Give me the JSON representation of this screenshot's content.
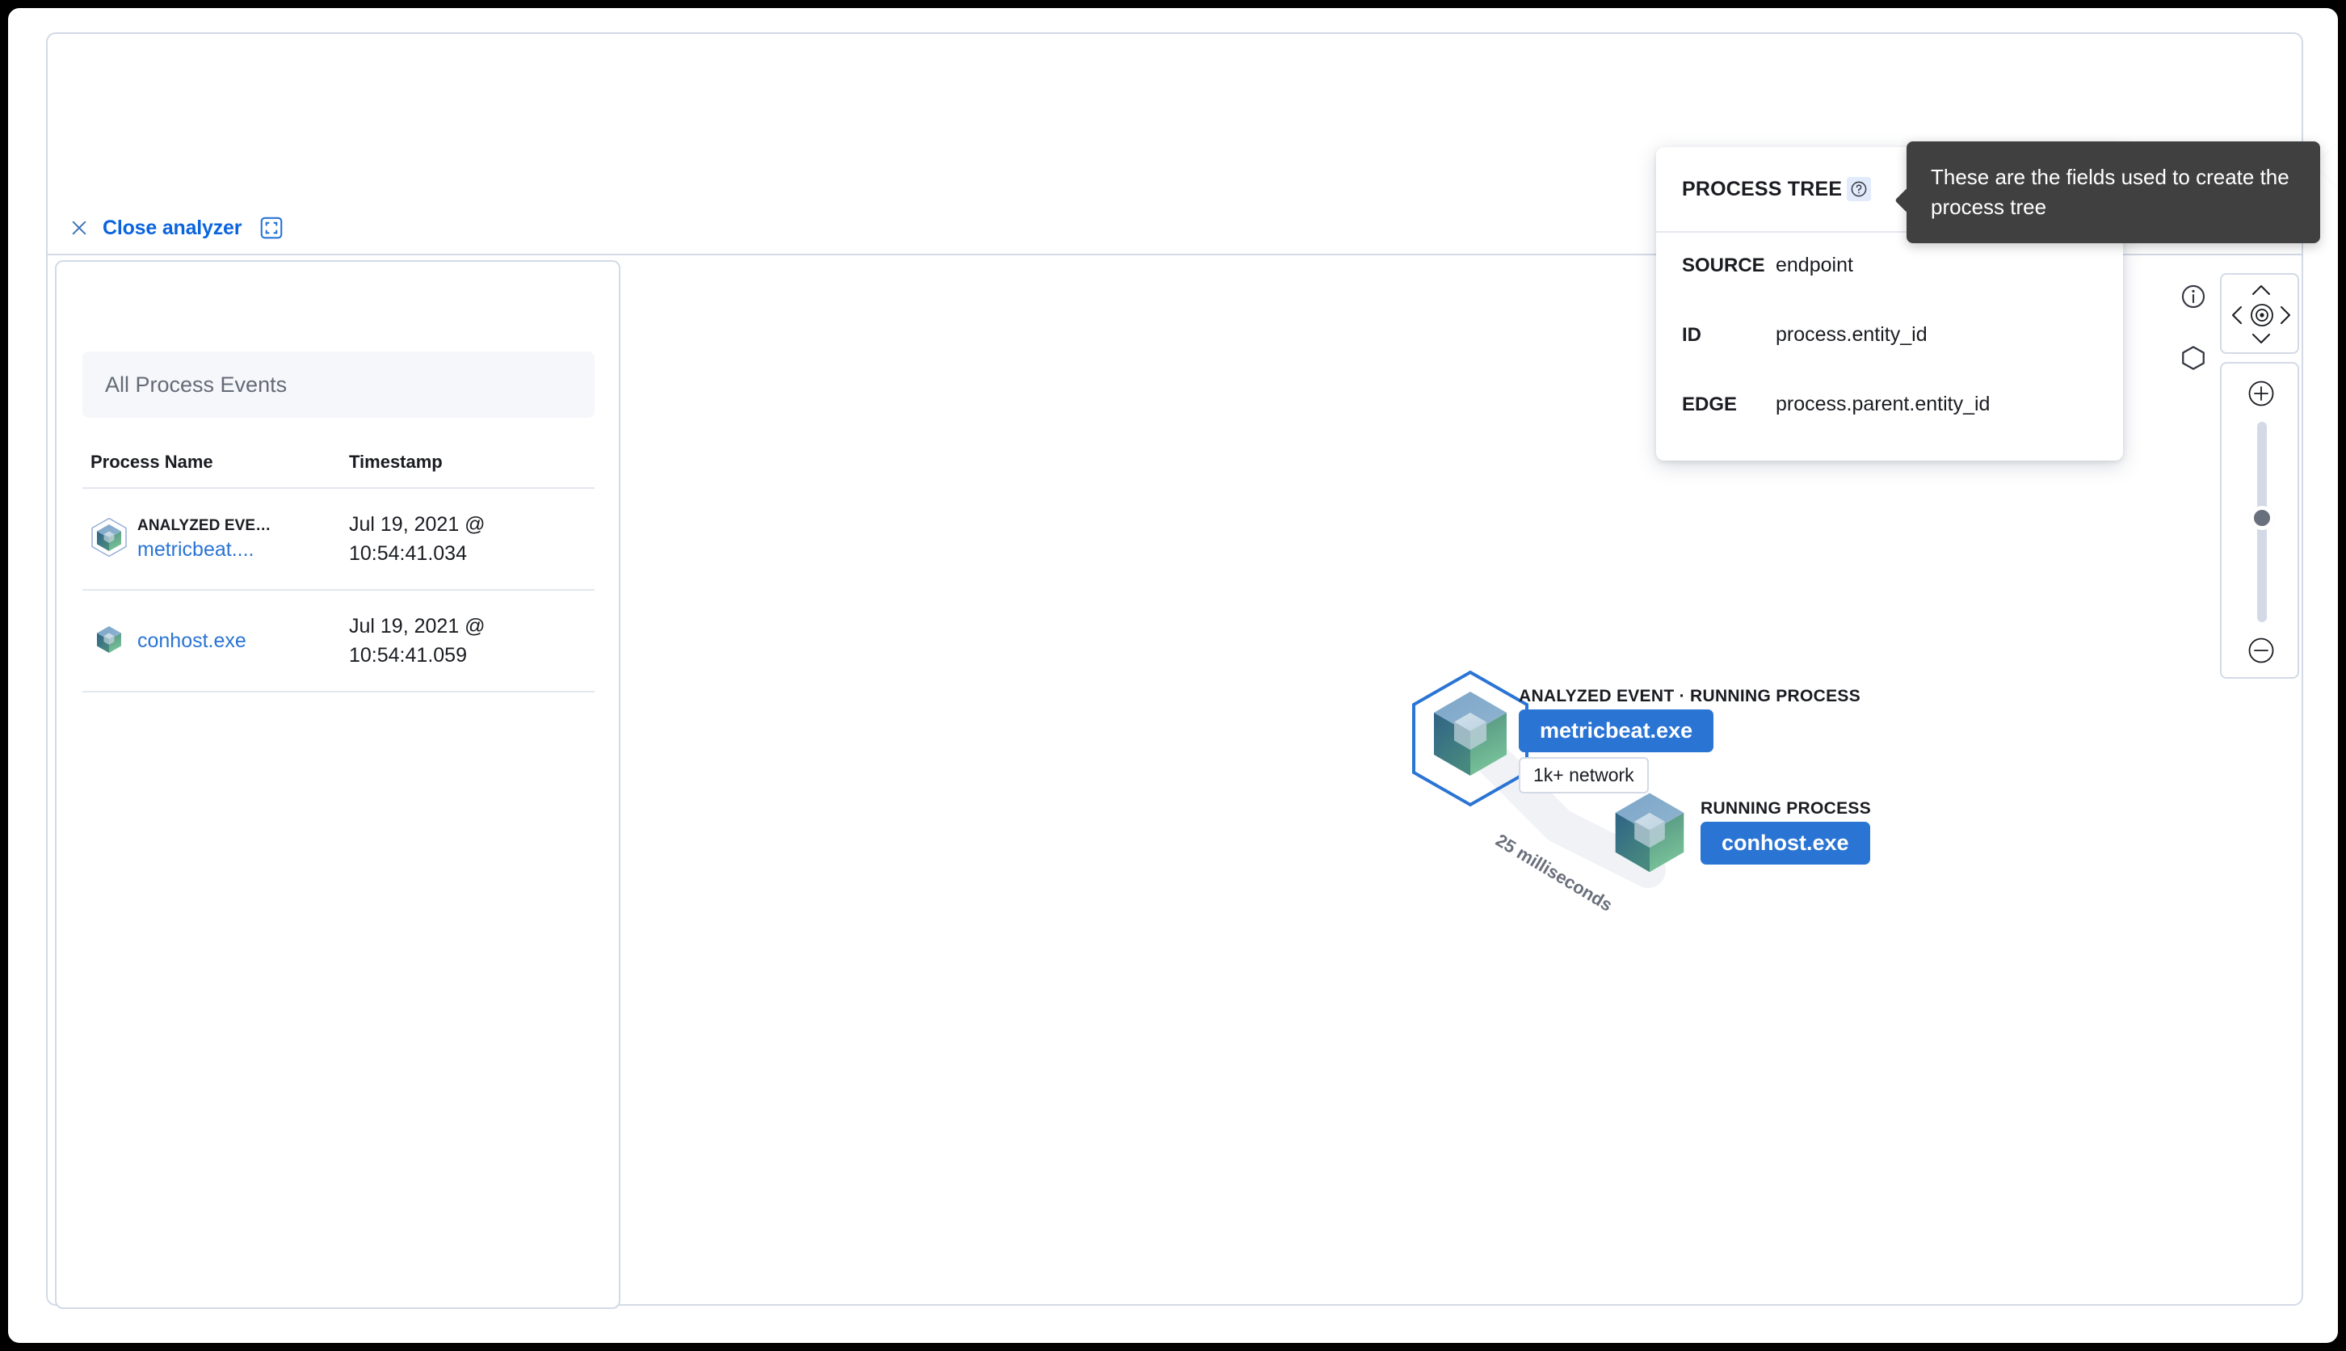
{
  "toolbar": {
    "close_label": "Close analyzer",
    "close_icon": "close-x-icon",
    "fullscreen_icon": "fullscreen-icon"
  },
  "events_panel": {
    "filter_label": "All Process Events",
    "columns": {
      "process_name": "Process Name",
      "timestamp": "Timestamp"
    },
    "rows": [
      {
        "badge": "ANALYZED EVE…",
        "process": "metricbeat....",
        "timestamp": "Jul 19, 2021 @ 10:54:41.034",
        "icon": "process-cube-icon"
      },
      {
        "badge": "",
        "process": "conhost.exe",
        "timestamp": "Jul 19, 2021 @ 10:54:41.059",
        "icon": "process-cube-icon"
      }
    ]
  },
  "graph": {
    "nodes": [
      {
        "kicker": "ANALYZED EVENT · RUNNING PROCESS",
        "label": "metricbeat.exe",
        "sub_label": "1k+ network",
        "icon": "process-cube-icon",
        "selected": true
      },
      {
        "kicker": "RUNNING PROCESS",
        "label": "conhost.exe",
        "sub_label": "",
        "icon": "process-cube-icon",
        "selected": false
      }
    ],
    "edge_label": "25 milliseconds",
    "side_icons": [
      {
        "name": "info-circle-icon"
      },
      {
        "name": "hexagon-icon"
      }
    ],
    "pan_control": {
      "up": "pan-up-icon",
      "down": "pan-down-icon",
      "left": "pan-left-icon",
      "right": "pan-right-icon",
      "center": "pan-center-icon"
    },
    "zoom_control": {
      "zoom_in": "zoom-in-icon",
      "zoom_out": "zoom-out-icon",
      "slider_value": 50
    }
  },
  "popover": {
    "title": "PROCESS TREE",
    "help_icon": "question-circle-icon",
    "fields": [
      {
        "key": "SOURCE",
        "value": "endpoint"
      },
      {
        "key": "ID",
        "value": "process.entity_id"
      },
      {
        "key": "EDGE",
        "value": "process.parent.entity_id"
      }
    ]
  },
  "tooltip": {
    "text": "These are the fields used to create the process tree"
  },
  "colors": {
    "accent_blue": "#2a74d4",
    "link_blue": "#0b64dd",
    "border": "#d3dae6",
    "tooltip_bg": "#404040",
    "filter_bg": "#f5f7fa"
  }
}
